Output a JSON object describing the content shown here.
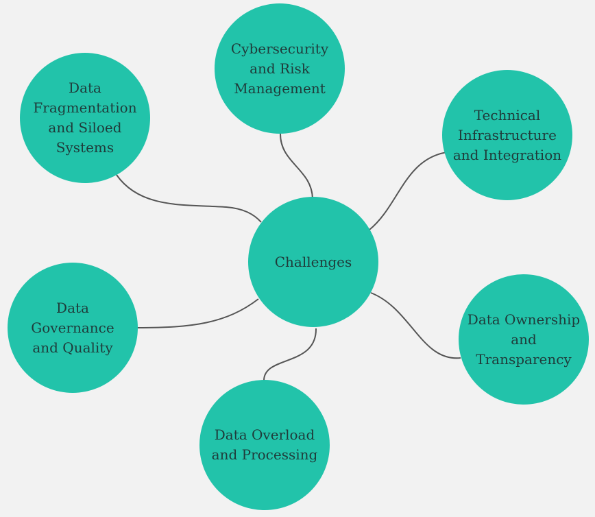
{
  "colors": {
    "background": "#f2f2f2",
    "node_fill": "#22c3aa",
    "connector": "#555555",
    "text": "#1f3b3a"
  },
  "diagram": {
    "type": "mind-map",
    "center": {
      "label": "Challenges"
    },
    "branches": [
      {
        "id": "data-fragmentation",
        "label": "Data\nFragmentation\nand Siloed\nSystems"
      },
      {
        "id": "cybersecurity",
        "label": "Cybersecurity\nand Risk\nManagement"
      },
      {
        "id": "technical-infrastructure",
        "label": "Technical\nInfrastructure\nand Integration"
      },
      {
        "id": "data-governance",
        "label": "Data Governance\nand Quality"
      },
      {
        "id": "data-ownership",
        "label": "Data Ownership\nand\nTransparency"
      },
      {
        "id": "data-overload",
        "label": "Data Overload\nand Processing"
      }
    ]
  }
}
